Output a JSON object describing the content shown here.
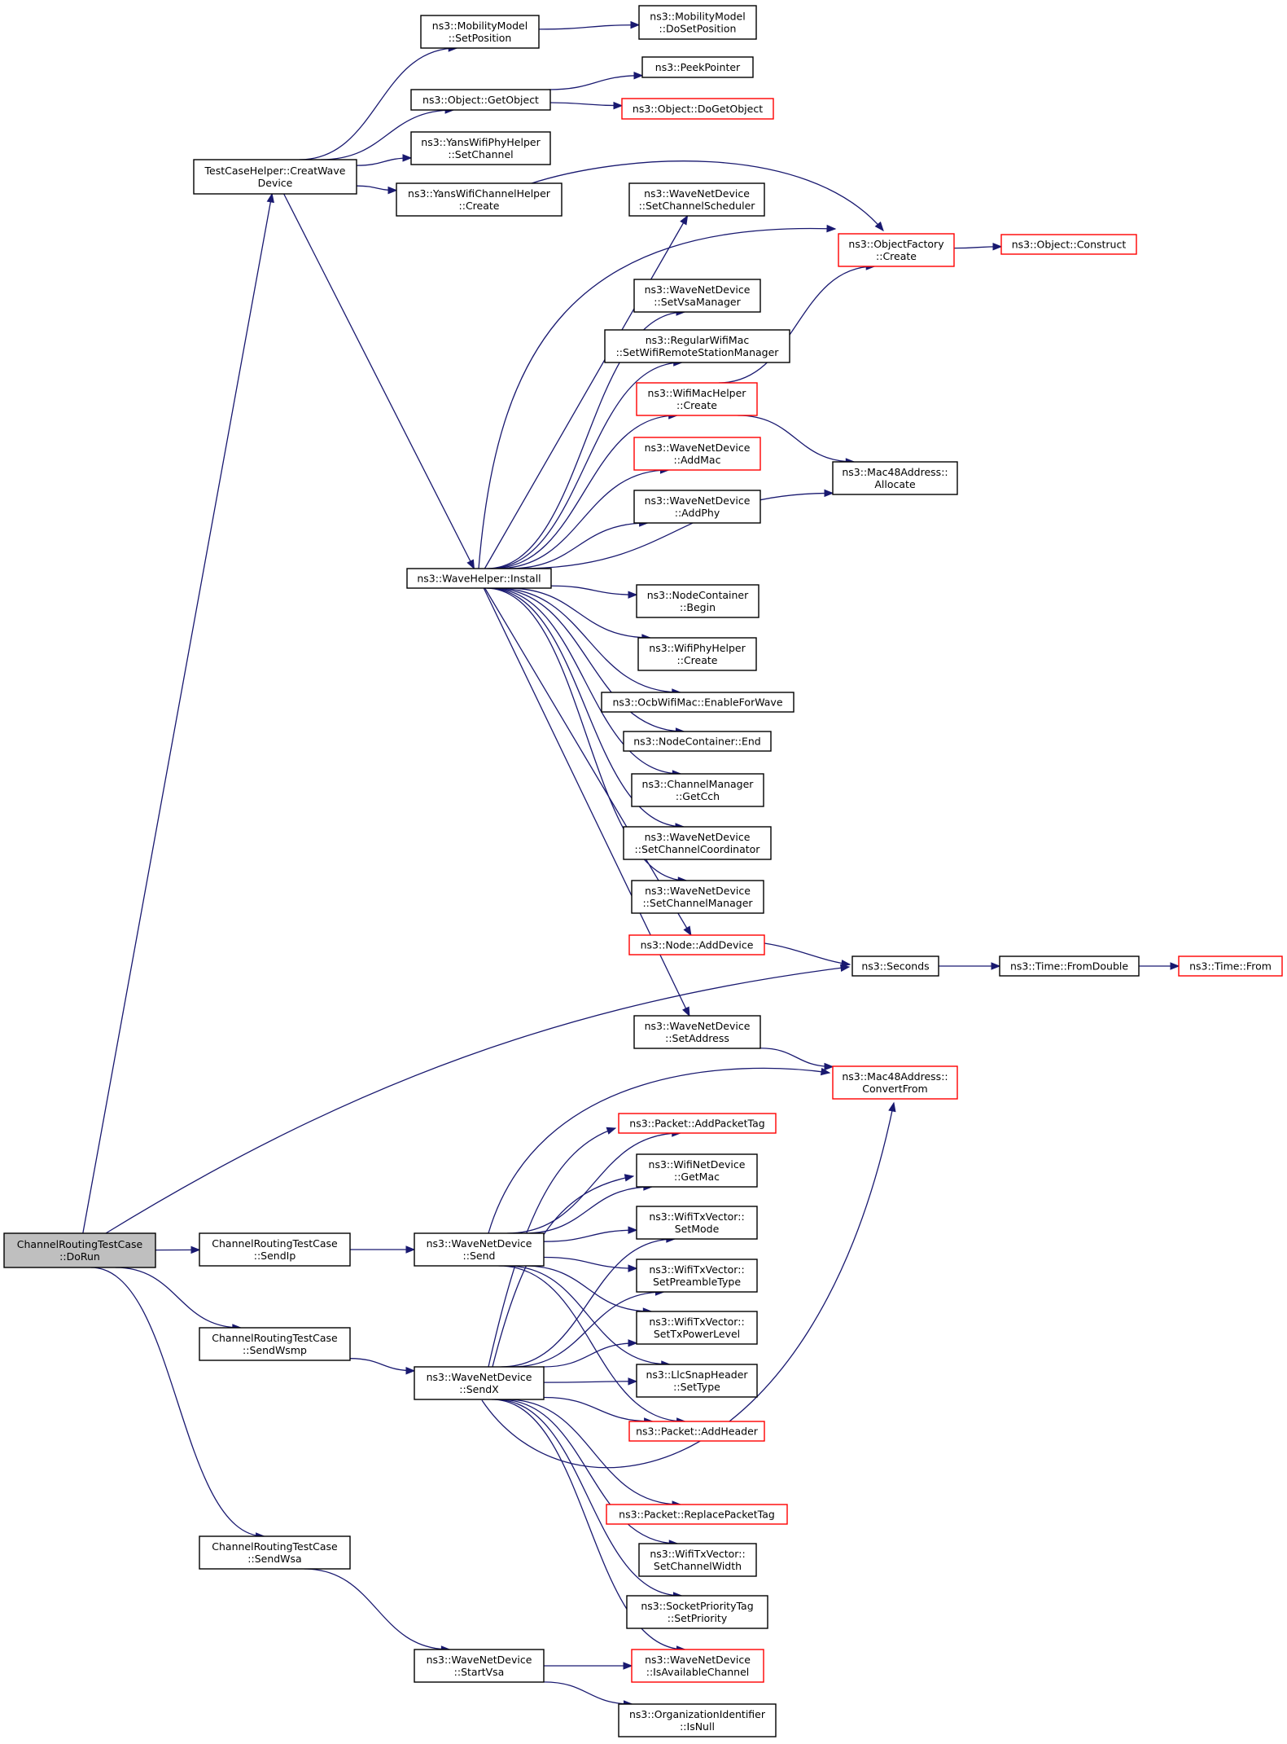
{
  "colors": {
    "edge": "#191970",
    "node_border": "#000000",
    "node_border_undocumented": "#ff0000",
    "node_fill": "#ffffff",
    "root_fill": "#bfbfbf"
  },
  "nodes": [
    {
      "id": "dorun",
      "lines": [
        "ChannelRoutingTestCase",
        "::DoRun"
      ],
      "kind": "root"
    },
    {
      "id": "creat",
      "lines": [
        "TestCaseHelper::CreatWave",
        "Device"
      ],
      "kind": "normal"
    },
    {
      "id": "mm_setpos",
      "lines": [
        "ns3::MobilityModel",
        "::SetPosition"
      ],
      "kind": "normal"
    },
    {
      "id": "mm_dosetpos",
      "lines": [
        "ns3::MobilityModel",
        "::DoSetPosition"
      ],
      "kind": "normal"
    },
    {
      "id": "getobject",
      "lines": [
        "ns3::Object::GetObject"
      ],
      "kind": "normal"
    },
    {
      "id": "peekptr",
      "lines": [
        "ns3::PeekPointer"
      ],
      "kind": "normal"
    },
    {
      "id": "dogetobject",
      "lines": [
        "ns3::Object::DoGetObject"
      ],
      "kind": "undocumented"
    },
    {
      "id": "yansphy_setch",
      "lines": [
        "ns3::YansWifiPhyHelper",
        "::SetChannel"
      ],
      "kind": "normal"
    },
    {
      "id": "yanschan_create",
      "lines": [
        "ns3::YansWifiChannelHelper",
        "::Create"
      ],
      "kind": "normal"
    },
    {
      "id": "objfactory_create",
      "lines": [
        "ns3::ObjectFactory",
        "::Create"
      ],
      "kind": "undocumented"
    },
    {
      "id": "obj_construct",
      "lines": [
        "ns3::Object::Construct"
      ],
      "kind": "undocumented"
    },
    {
      "id": "wnd_setchsched",
      "lines": [
        "ns3::WaveNetDevice",
        "::SetChannelScheduler"
      ],
      "kind": "normal"
    },
    {
      "id": "wnd_setvsa",
      "lines": [
        "ns3::WaveNetDevice",
        "::SetVsaManager"
      ],
      "kind": "normal"
    },
    {
      "id": "regmac_setrsm",
      "lines": [
        "ns3::RegularWifiMac",
        "::SetWifiRemoteStationManager"
      ],
      "kind": "normal"
    },
    {
      "id": "wifimac_create",
      "lines": [
        "ns3::WifiMacHelper",
        "::Create"
      ],
      "kind": "undocumented"
    },
    {
      "id": "mac48_alloc",
      "lines": [
        "ns3::Mac48Address::",
        "Allocate"
      ],
      "kind": "normal"
    },
    {
      "id": "wnd_addmac",
      "lines": [
        "ns3::WaveNetDevice",
        "::AddMac"
      ],
      "kind": "undocumented"
    },
    {
      "id": "wnd_addphy",
      "lines": [
        "ns3::WaveNetDevice",
        "::AddPhy"
      ],
      "kind": "normal"
    },
    {
      "id": "install",
      "lines": [
        "ns3::WaveHelper::Install"
      ],
      "kind": "normal"
    },
    {
      "id": "nc_begin",
      "lines": [
        "ns3::NodeContainer",
        "::Begin"
      ],
      "kind": "normal"
    },
    {
      "id": "wifiphy_create",
      "lines": [
        "ns3::WifiPhyHelper",
        "::Create"
      ],
      "kind": "normal"
    },
    {
      "id": "ocb_enable",
      "lines": [
        "ns3::OcbWifiMac::EnableForWave"
      ],
      "kind": "normal"
    },
    {
      "id": "nc_end",
      "lines": [
        "ns3::NodeContainer::End"
      ],
      "kind": "normal"
    },
    {
      "id": "cm_getcch",
      "lines": [
        "ns3::ChannelManager",
        "::GetCch"
      ],
      "kind": "normal"
    },
    {
      "id": "wnd_setchcoord",
      "lines": [
        "ns3::WaveNetDevice",
        "::SetChannelCoordinator"
      ],
      "kind": "normal"
    },
    {
      "id": "wnd_setchmgr",
      "lines": [
        "ns3::WaveNetDevice",
        "::SetChannelManager"
      ],
      "kind": "normal"
    },
    {
      "id": "node_adddev",
      "lines": [
        "ns3::Node::AddDevice"
      ],
      "kind": "undocumented"
    },
    {
      "id": "seconds",
      "lines": [
        "ns3::Seconds"
      ],
      "kind": "normal"
    },
    {
      "id": "time_fromdouble",
      "lines": [
        "ns3::Time::FromDouble"
      ],
      "kind": "normal"
    },
    {
      "id": "time_from",
      "lines": [
        "ns3::Time::From"
      ],
      "kind": "undocumented"
    },
    {
      "id": "wnd_setaddr",
      "lines": [
        "ns3::WaveNetDevice",
        "::SetAddress"
      ],
      "kind": "normal"
    },
    {
      "id": "mac48_convert",
      "lines": [
        "ns3::Mac48Address::",
        "ConvertFrom"
      ],
      "kind": "undocumented"
    },
    {
      "id": "pkt_addtag",
      "lines": [
        "ns3::Packet::AddPacketTag"
      ],
      "kind": "undocumented"
    },
    {
      "id": "wifind_getmac",
      "lines": [
        "ns3::WifiNetDevice",
        "::GetMac"
      ],
      "kind": "normal"
    },
    {
      "id": "txv_setmode",
      "lines": [
        "ns3::WifiTxVector::",
        "SetMode"
      ],
      "kind": "normal"
    },
    {
      "id": "sendip",
      "lines": [
        "ChannelRoutingTestCase",
        "::SendIp"
      ],
      "kind": "normal"
    },
    {
      "id": "wnd_send",
      "lines": [
        "ns3::WaveNetDevice",
        "::Send"
      ],
      "kind": "normal"
    },
    {
      "id": "txv_setpreamble",
      "lines": [
        "ns3::WifiTxVector::",
        "SetPreambleType"
      ],
      "kind": "normal"
    },
    {
      "id": "txv_setpower",
      "lines": [
        "ns3::WifiTxVector::",
        "SetTxPowerLevel"
      ],
      "kind": "normal"
    },
    {
      "id": "sendwsmp",
      "lines": [
        "ChannelRoutingTestCase",
        "::SendWsmp"
      ],
      "kind": "normal"
    },
    {
      "id": "wnd_sendx",
      "lines": [
        "ns3::WaveNetDevice",
        "::SendX"
      ],
      "kind": "normal"
    },
    {
      "id": "llc_settype",
      "lines": [
        "ns3::LlcSnapHeader",
        "::SetType"
      ],
      "kind": "normal"
    },
    {
      "id": "pkt_addheader",
      "lines": [
        "ns3::Packet::AddHeader"
      ],
      "kind": "undocumented"
    },
    {
      "id": "pkt_replacetag",
      "lines": [
        "ns3::Packet::ReplacePacketTag"
      ],
      "kind": "undocumented"
    },
    {
      "id": "txv_setwidth",
      "lines": [
        "ns3::WifiTxVector::",
        "SetChannelWidth"
      ],
      "kind": "normal"
    },
    {
      "id": "spt_setprio",
      "lines": [
        "ns3::SocketPriorityTag",
        "::SetPriority"
      ],
      "kind": "normal"
    },
    {
      "id": "sendwsa",
      "lines": [
        "ChannelRoutingTestCase",
        "::SendWsa"
      ],
      "kind": "normal"
    },
    {
      "id": "wnd_startvsa",
      "lines": [
        "ns3::WaveNetDevice",
        "::StartVsa"
      ],
      "kind": "normal"
    },
    {
      "id": "wnd_isavail",
      "lines": [
        "ns3::WaveNetDevice",
        "::IsAvailableChannel"
      ],
      "kind": "undocumented"
    },
    {
      "id": "oi_isnull",
      "lines": [
        "ns3::OrganizationIdentifier",
        "::IsNull"
      ],
      "kind": "normal"
    }
  ],
  "edges": [
    [
      "dorun",
      "creat"
    ],
    [
      "dorun",
      "seconds"
    ],
    [
      "dorun",
      "sendip"
    ],
    [
      "dorun",
      "sendwsmp"
    ],
    [
      "dorun",
      "sendwsa"
    ],
    [
      "creat",
      "mm_setpos"
    ],
    [
      "creat",
      "getobject"
    ],
    [
      "creat",
      "yansphy_setch"
    ],
    [
      "creat",
      "yanschan_create"
    ],
    [
      "creat",
      "install"
    ],
    [
      "mm_setpos",
      "mm_dosetpos"
    ],
    [
      "getobject",
      "peekptr"
    ],
    [
      "getobject",
      "dogetobject"
    ],
    [
      "yanschan_create",
      "objfactory_create"
    ],
    [
      "objfactory_create",
      "obj_construct"
    ],
    [
      "wifimac_create",
      "objfactory_create"
    ],
    [
      "wifimac_create",
      "mac48_alloc"
    ],
    [
      "install",
      "wnd_setchsched"
    ],
    [
      "install",
      "objfactory_create"
    ],
    [
      "install",
      "wnd_setvsa"
    ],
    [
      "install",
      "regmac_setrsm"
    ],
    [
      "install",
      "wifimac_create"
    ],
    [
      "install",
      "wnd_addmac"
    ],
    [
      "install",
      "wnd_addphy"
    ],
    [
      "install",
      "mac48_alloc"
    ],
    [
      "install",
      "nc_begin"
    ],
    [
      "install",
      "wifiphy_create"
    ],
    [
      "install",
      "ocb_enable"
    ],
    [
      "install",
      "nc_end"
    ],
    [
      "install",
      "cm_getcch"
    ],
    [
      "install",
      "wnd_setchcoord"
    ],
    [
      "install",
      "wnd_setchmgr"
    ],
    [
      "install",
      "node_adddev"
    ],
    [
      "install",
      "wnd_setaddr"
    ],
    [
      "node_adddev",
      "seconds"
    ],
    [
      "seconds",
      "time_fromdouble"
    ],
    [
      "time_fromdouble",
      "time_from"
    ],
    [
      "wnd_setaddr",
      "mac48_convert"
    ],
    [
      "sendip",
      "wnd_send"
    ],
    [
      "wnd_send",
      "mac48_convert"
    ],
    [
      "wnd_send",
      "pkt_addtag"
    ],
    [
      "wnd_send",
      "wifind_getmac"
    ],
    [
      "wnd_send",
      "txv_setmode"
    ],
    [
      "wnd_send",
      "txv_setpreamble"
    ],
    [
      "wnd_send",
      "txv_setpower"
    ],
    [
      "wnd_send",
      "llc_settype"
    ],
    [
      "wnd_send",
      "pkt_addheader"
    ],
    [
      "sendwsmp",
      "wnd_sendx"
    ],
    [
      "wnd_sendx",
      "pkt_addtag"
    ],
    [
      "wnd_sendx",
      "wifind_getmac"
    ],
    [
      "wnd_sendx",
      "txv_setmode"
    ],
    [
      "wnd_sendx",
      "txv_setpreamble"
    ],
    [
      "wnd_sendx",
      "txv_setpower"
    ],
    [
      "wnd_sendx",
      "llc_settype"
    ],
    [
      "wnd_sendx",
      "pkt_addheader"
    ],
    [
      "wnd_sendx",
      "mac48_convert"
    ],
    [
      "wnd_sendx",
      "pkt_replacetag"
    ],
    [
      "wnd_sendx",
      "txv_setwidth"
    ],
    [
      "wnd_sendx",
      "spt_setprio"
    ],
    [
      "wnd_sendx",
      "wnd_isavail"
    ],
    [
      "sendwsa",
      "wnd_startvsa"
    ],
    [
      "wnd_startvsa",
      "wnd_isavail"
    ],
    [
      "wnd_startvsa",
      "oi_isnull"
    ]
  ]
}
